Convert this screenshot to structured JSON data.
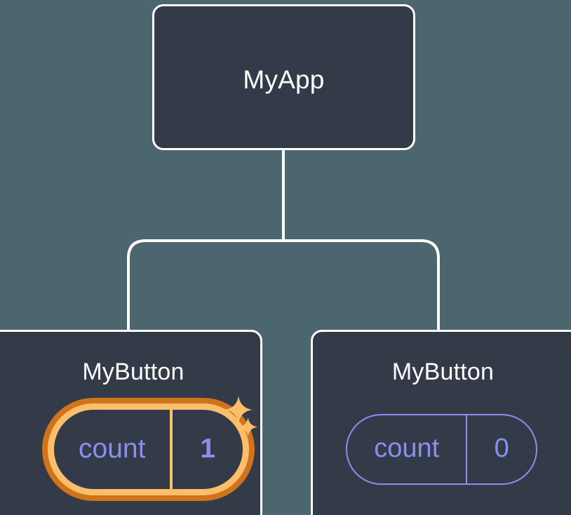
{
  "diagram": {
    "type": "component-tree",
    "background_color": "#4c6670",
    "node_fill_color": "#333b49",
    "node_border_color": "#ffffff",
    "connector_color": "#ffffff",
    "highlight_color": "#fbbf6b",
    "highlight_glow_color": "#d1731a",
    "state_text_color": "#8b8df0",
    "root": {
      "label": "MyApp"
    },
    "children": [
      {
        "label": "MyButton",
        "highlighted": true,
        "state": {
          "key": "count",
          "value": "1"
        },
        "sparkles": [
          "sparkle-large-icon",
          "sparkle-small-icon"
        ]
      },
      {
        "label": "MyButton",
        "highlighted": false,
        "state": {
          "key": "count",
          "value": "0"
        },
        "sparkles": []
      }
    ]
  }
}
